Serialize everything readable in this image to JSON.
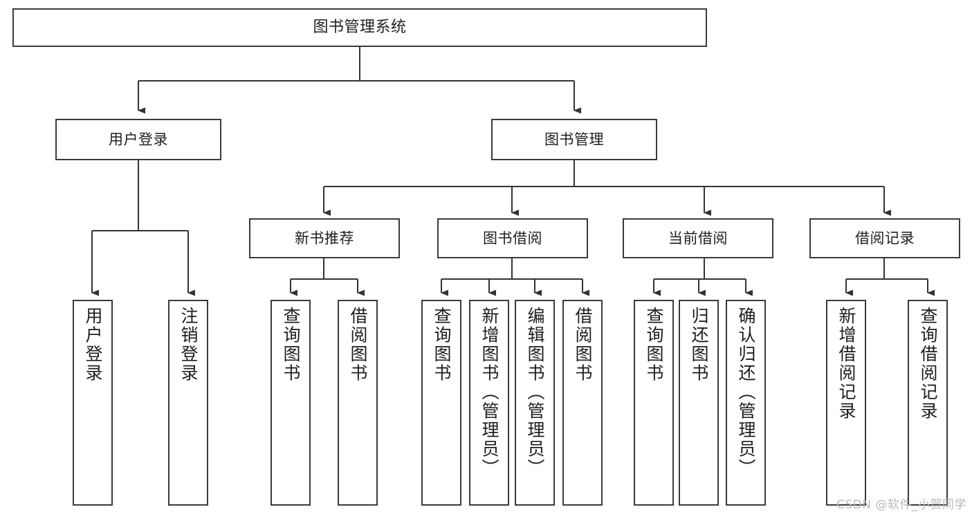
{
  "diagram": {
    "type": "tree-hierarchy",
    "title": "图书管理系统",
    "orientation": "top-down",
    "edge_color": "#333333",
    "box_border_color": "#3a3a3a",
    "background_color": "#ffffff",
    "nodes": {
      "root": {
        "label": "图书管理系统"
      },
      "level2": [
        {
          "id": "user-login",
          "label": "用户登录"
        },
        {
          "id": "book-manage",
          "label": "图书管理"
        }
      ],
      "level3": [
        {
          "id": "new-book-recommend",
          "label": "新书推荐"
        },
        {
          "id": "book-borrow",
          "label": "图书借阅"
        },
        {
          "id": "current-borrow",
          "label": "当前借阅"
        },
        {
          "id": "borrow-record",
          "label": "借阅记录"
        }
      ],
      "leaves": {
        "user_login": [
          {
            "id": "leaf-user-login",
            "label": "用户登录"
          },
          {
            "id": "leaf-logout-login",
            "label": "注销登录"
          }
        ],
        "new_book_recommend": [
          {
            "id": "leaf-query-book-1",
            "label": "查询图书"
          },
          {
            "id": "leaf-borrow-book-1",
            "label": "借阅图书"
          }
        ],
        "book_borrow": [
          {
            "id": "leaf-query-book-2",
            "label": "查询图书"
          },
          {
            "id": "leaf-add-book",
            "label": "新增图书（管理员）"
          },
          {
            "id": "leaf-edit-book",
            "label": "编辑图书（管理员）"
          },
          {
            "id": "leaf-borrow-book-2",
            "label": "借阅图书"
          }
        ],
        "current_borrow": [
          {
            "id": "leaf-query-book-3",
            "label": "查询图书"
          },
          {
            "id": "leaf-return-book",
            "label": "归还图书"
          },
          {
            "id": "leaf-confirm-return",
            "label": "确认归还（管理员）"
          }
        ],
        "borrow_record": [
          {
            "id": "leaf-add-record",
            "label": "新增借阅记录"
          },
          {
            "id": "leaf-query-record",
            "label": "查询借阅记录"
          }
        ]
      }
    },
    "watermark": "CSDN @软件_小贺同学"
  }
}
